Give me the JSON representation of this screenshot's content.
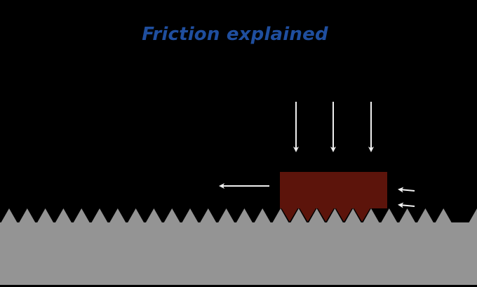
{
  "title": "Friction explained",
  "colors": {
    "background": "#000000",
    "title": "#1f4e9e",
    "surface": "#949494",
    "block": "#5c140b",
    "arrow": "#f0f0f0"
  },
  "diagram": {
    "elements": [
      "rough-surface",
      "block",
      "normal-force-arrows",
      "motion-arrow",
      "friction-arrows"
    ]
  }
}
